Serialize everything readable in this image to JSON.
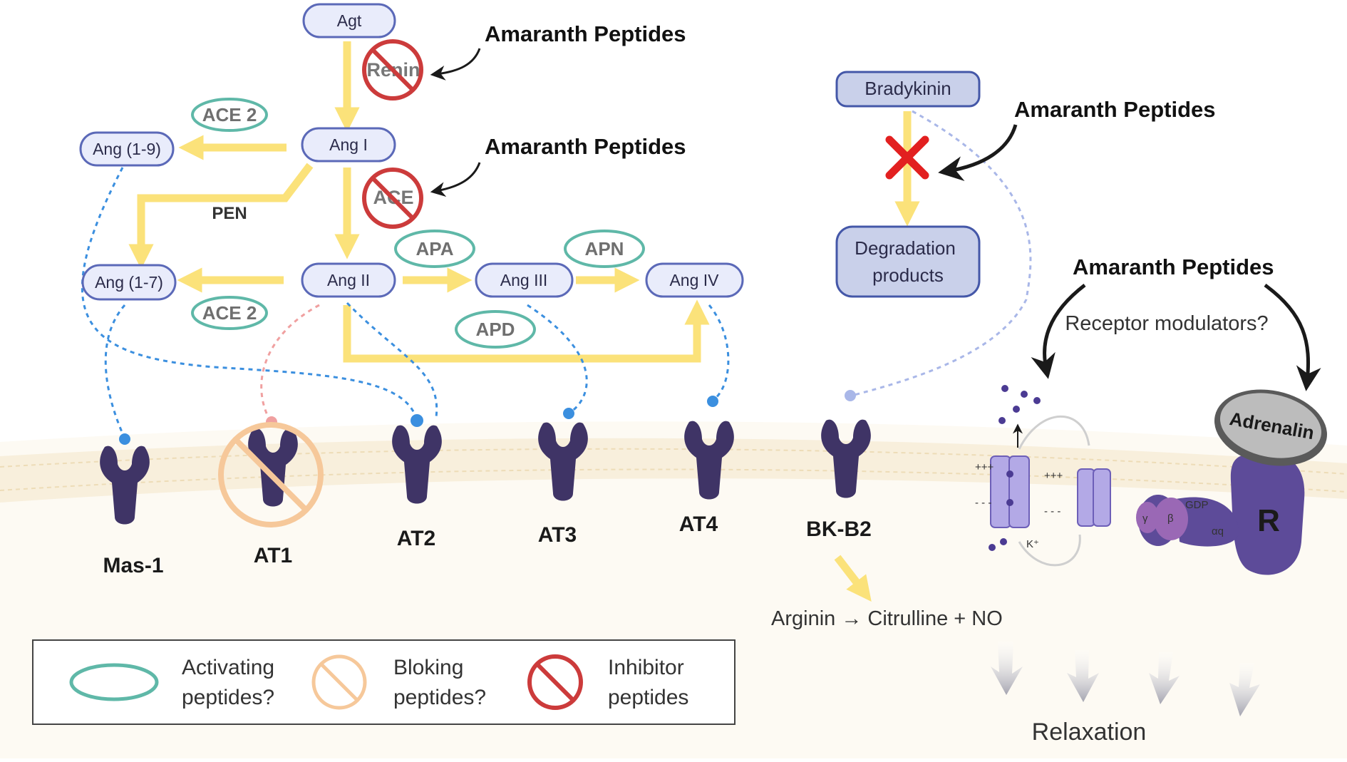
{
  "nodes": {
    "agt": "Agt",
    "ang1": "Ang I",
    "ang19": "Ang (1-9)",
    "ang17": "Ang (1-7)",
    "ang2": "Ang II",
    "ang3": "Ang III",
    "ang4": "Ang IV",
    "bradykinin": "Bradykinin",
    "degradation_line1": "Degradation",
    "degradation_line2": "products"
  },
  "enzymes": {
    "ace2_top": "ACE 2",
    "ace2_bottom": "ACE 2",
    "apa": "APA",
    "apn": "APN",
    "apd": "APD",
    "pen": "PEN",
    "renin": "Renin",
    "ace": "ACE"
  },
  "annotations": {
    "amaranth_renin": "Amaranth Peptides",
    "amaranth_ace": "Amaranth Peptides",
    "amaranth_bradykinin": "Amaranth Peptides",
    "amaranth_receptor": "Amaranth Peptides",
    "receptor_modulators": "Receptor modulators?",
    "adrenalin": "Adrenalin",
    "no_reaction": "Arginin → Citrulline + NO",
    "relaxation": "Relaxation",
    "gdp": "GDP",
    "gamma": "γ",
    "beta": "β",
    "alpha_q": "αq",
    "r_receptor": "R",
    "potassium": "K⁺",
    "plus_left": "+++",
    "plus_right": "+++",
    "minus_left": "- - -",
    "minus_right": "- - -"
  },
  "receptors": {
    "mas1": "Mas-1",
    "at1": "AT1",
    "at2": "AT2",
    "at3": "AT3",
    "at4": "AT4",
    "bkb2": "BK-B2"
  },
  "legend": {
    "activating_line1": "Activating",
    "activating_line2": "peptides?",
    "blocking_line1": "Bloking",
    "blocking_line2": "peptides?",
    "inhibitor_line1": "Inhibitor",
    "inhibitor_line2": "peptides"
  },
  "colors": {
    "node_fill": "#e9ecfb",
    "node_stroke": "#5b69b8",
    "arrow_yellow": "#fbe27a",
    "enzyme_teal": "#5fb8a8",
    "inhibitor_red": "#cc3b3b",
    "blocking_orange": "#f6c89a",
    "receptor_purple": "#3f3466",
    "dotted_blue": "#3b8fdf",
    "dotted_pink": "#f0a0a0",
    "membrane": "#f3e7cf"
  }
}
